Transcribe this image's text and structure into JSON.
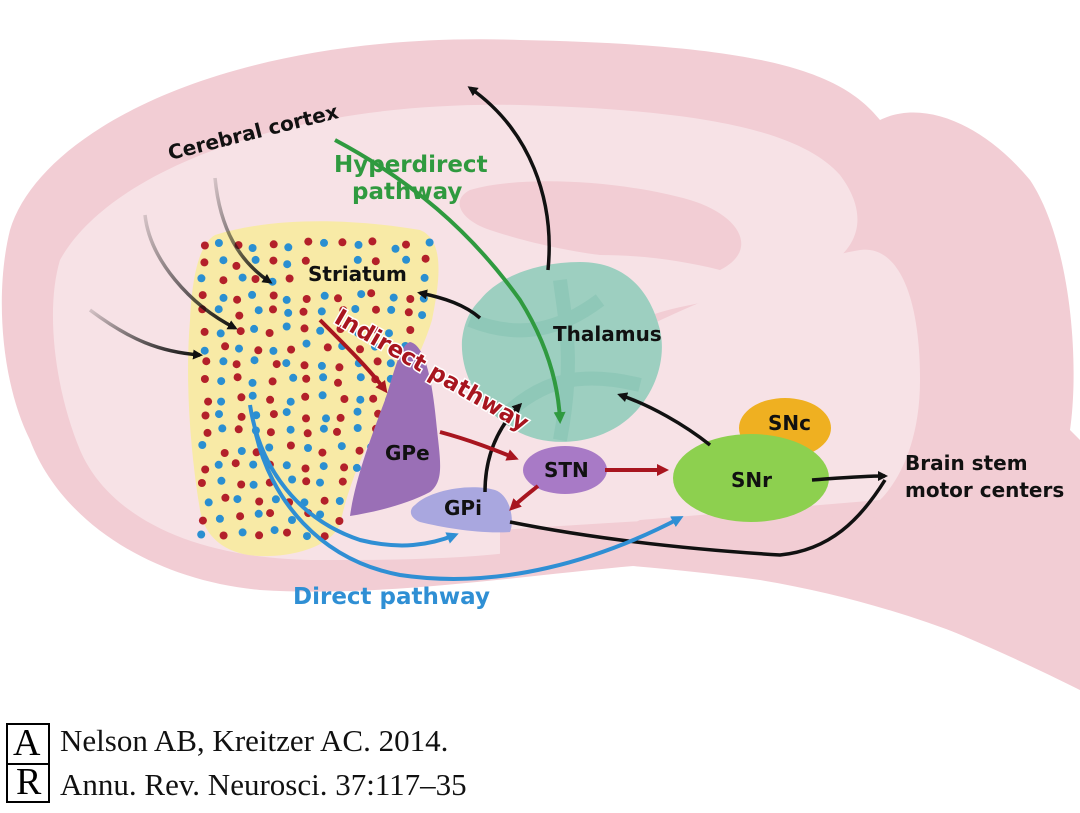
{
  "diagram": {
    "labels": {
      "cerebral_cortex": "Cerebral cortex",
      "hyperdirect_line1": "Hyperdirect",
      "hyperdirect_line2": "pathway",
      "striatum": "Striatum",
      "indirect_pathway": "Indirect pathway",
      "thalamus": "Thalamus",
      "gpe": "GPe",
      "gpi": "GPi",
      "stn": "STN",
      "snc": "SNc",
      "snr": "SNr",
      "brain_stem_line1": "Brain stem",
      "brain_stem_line2": "motor centers",
      "direct_pathway": "Direct pathway"
    },
    "colors": {
      "brain_outline": "#f2cdd4",
      "brain_inner": "#f7e2e6",
      "striatum_fill": "#f8eaa6",
      "striatum_dot_red": "#b3202a",
      "striatum_dot_blue": "#2a8fd1",
      "thalamus": "#9dcfc0",
      "gpe": "#9a6fb6",
      "gpi": "#a9a7df",
      "stn": "#a87ac6",
      "snc": "#efb021",
      "snr": "#8dd04f",
      "hyperdirect": "#2f9a3f",
      "indirect": "#a8151f",
      "direct": "#2f8fd4",
      "generic_arrow": "#111111"
    }
  },
  "citation": {
    "line1": "Nelson AB, Kreitzer AC. 2014.",
    "line2": "Annu. Rev. Neurosci. 37:117–35"
  }
}
